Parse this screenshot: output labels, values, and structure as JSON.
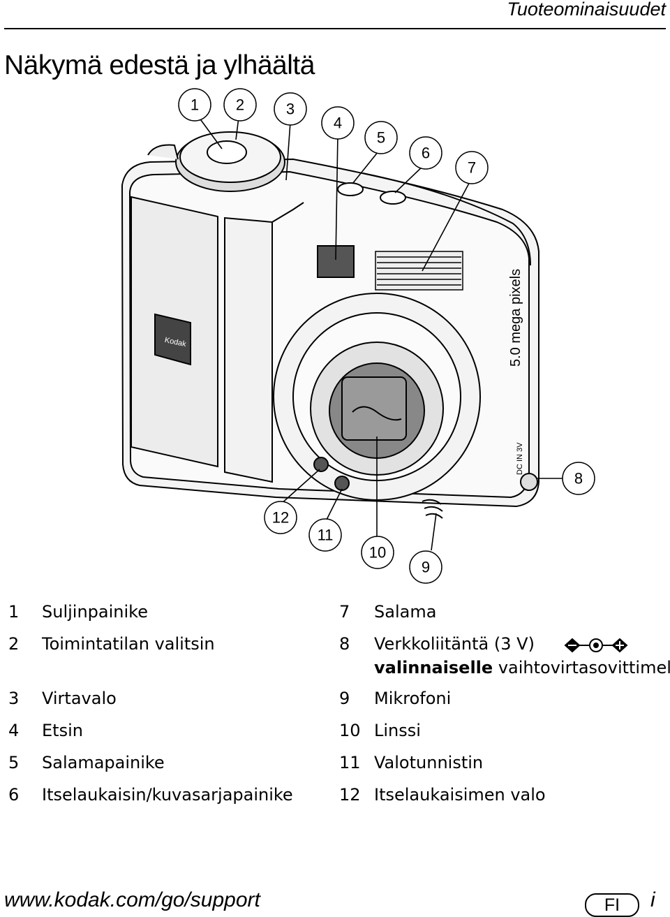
{
  "header": {
    "section": "Tuoteominaisuudet"
  },
  "page_title": "Näkymä edestä ja ylhäältä",
  "figure": {
    "callouts": [
      "1",
      "2",
      "3",
      "4",
      "5",
      "6",
      "7",
      "8",
      "9",
      "10",
      "11",
      "12"
    ],
    "brand_logo": "Kodak",
    "side_print": "5.0 mega pixels",
    "port_print": "DC IN 3V"
  },
  "legend": {
    "left": [
      {
        "num": "1",
        "label": "Suljinpainike"
      },
      {
        "num": "2",
        "label": "Toimintatilan valitsin"
      },
      {
        "num": "3",
        "label": "Virtavalo"
      },
      {
        "num": "4",
        "label": "Etsin"
      },
      {
        "num": "5",
        "label": "Salamapainike"
      },
      {
        "num": "6",
        "label": "Itselaukaisin/kuvasarjapainike"
      }
    ],
    "right": [
      {
        "num": "7",
        "label": "Salama"
      },
      {
        "num": "8",
        "label": "Verkkoliitäntä (3 V)",
        "line2_bold": "valinnaiselle",
        "line2_rest": " vaihtovirtasovittimelle"
      },
      {
        "num": "9",
        "label": "Mikrofoni"
      },
      {
        "num": "10",
        "label": "Linssi"
      },
      {
        "num": "11",
        "label": "Valotunnistin"
      },
      {
        "num": "12",
        "label": "Itselaukaisimen valo"
      }
    ]
  },
  "footer": {
    "url": "www.kodak.com/go/support",
    "lang_badge": "FI",
    "page": "i"
  }
}
